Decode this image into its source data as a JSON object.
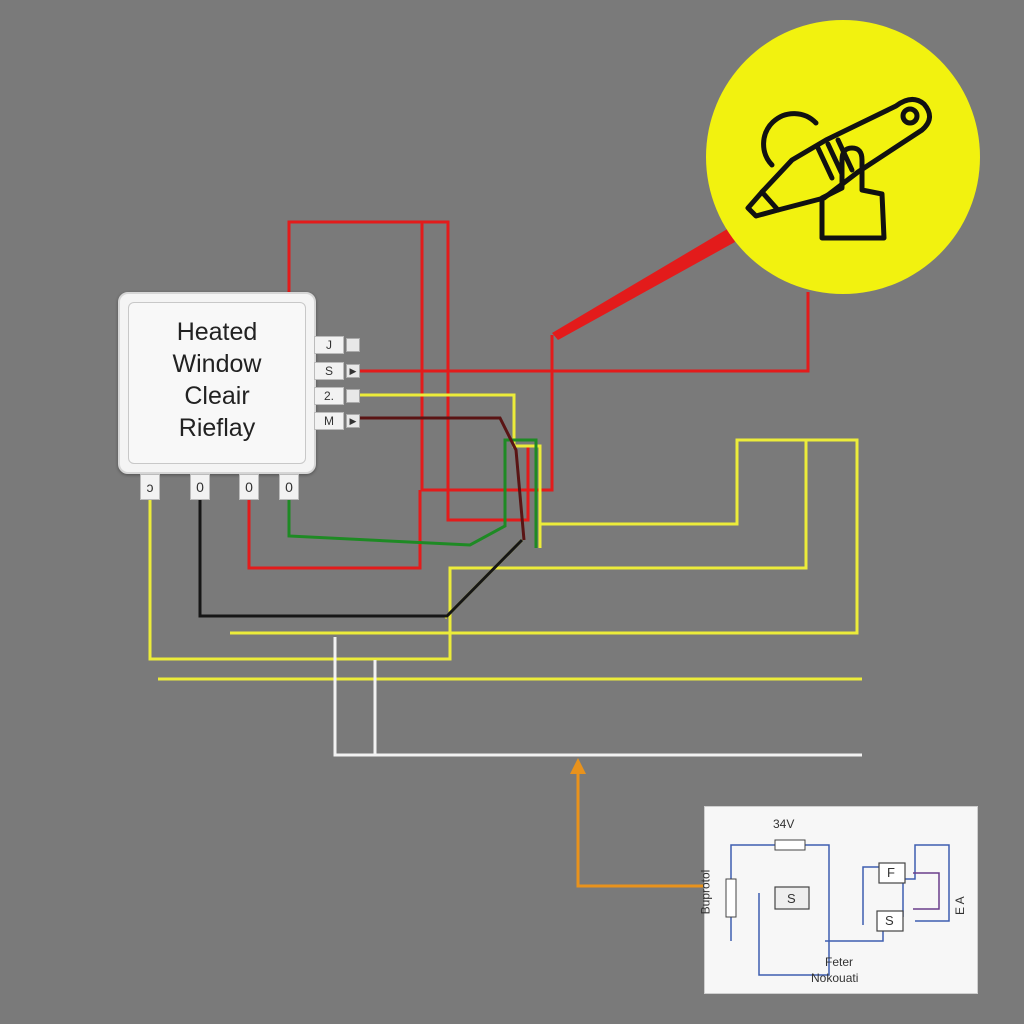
{
  "relay": {
    "title_lines": [
      "Heated",
      "Window",
      "Cleair",
      "Rieflay"
    ],
    "side_pins": [
      "J",
      "S",
      "2.",
      "M"
    ],
    "side_pin_tips": [
      "",
      "▶",
      "",
      "▶"
    ],
    "bottom_pins": [
      "ᴐ",
      "0",
      "0",
      "0"
    ]
  },
  "inset": {
    "voltage_label": "34V",
    "left_label": "Buprotol",
    "center_component": "S",
    "right_top_component": "F",
    "right_bottom_component": "S",
    "right_label": "E A",
    "bottom_label_1": "Feter",
    "bottom_label_2": "Nokouati"
  },
  "badge": {
    "icon": "hand-tool-icon",
    "color": "#f2f20f"
  },
  "colors": {
    "background": "#7a7a7a",
    "wire_red": "#e31b1b",
    "wire_yellow": "#ecec3a",
    "wire_black": "#161616",
    "wire_green": "#1e8a24",
    "wire_white": "#f2f2f2",
    "wire_dark_red": "#5a1414",
    "arrow_orange": "#e8921c"
  }
}
